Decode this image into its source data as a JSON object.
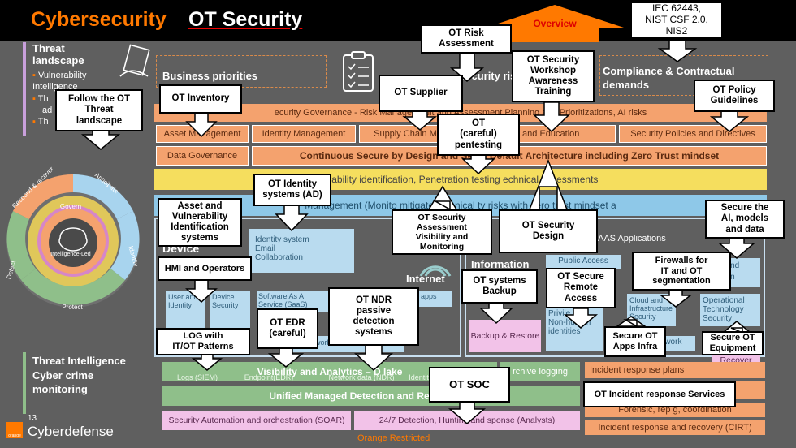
{
  "header": {
    "title_brand": "Cybersecurity",
    "title_main": "OT Security",
    "overview_label": "Overview",
    "standards_label": "IEC 62443,\nNIST CSF 2.0,\nNIS2"
  },
  "left_panel": {
    "threat_landscape_title": "Threat landscape",
    "threat_items": [
      "Vulnerability Intelligence",
      "Th",
      "ad",
      "Th"
    ],
    "wheel_labels": {
      "govern": "Govern",
      "respond": "Respond & recover",
      "anticipate": "Anticipate",
      "identity": "Identity",
      "detect": "Detect",
      "protect": "Protect",
      "intel": "Intelligence-Led"
    },
    "threat_intel_title": "Threat Intelligence Cyber crime monitoring",
    "page_number": "13",
    "brand": "Cyberdefense",
    "brand_small": "orange"
  },
  "sections": {
    "business_priorities": "Business priorities",
    "security_risks": "security ris",
    "compliance": "Compliance & Contractual demands",
    "governance_bar": "ecurity Governance - Risk Manage      Audit and Assessment      Planning and Prioritizations, AI risks",
    "asset_mgmt": "Asset Management",
    "identity_mgmt": "Identity Management",
    "supply_chain": "Supply Chain Ma",
    "awareness": "eness and Education",
    "policies": "Security Policies and Directives",
    "data_governance": "Data Governance",
    "secure_by_design": "Continuous Secure by Design and Se      by Default Architecture including Zero Trust mindset",
    "vuln_bar": "erability identification, Penetration testing      echnical assessments",
    "management_bar": "Management (Monito      mitigate technical      ty risks with zero trust mindset a",
    "device": "Device",
    "identity_system": "Identity system\nEmail\nCollaboration",
    "internet": "Internet",
    "information": "Information",
    "aas_apps": "AAS Applications",
    "public_access": "Public Access",
    "user_identity": "User and Identity",
    "device_security": "Device Security",
    "saas": "Software As A Service (SaaS)",
    "apps": "apps",
    "backup_restore": "Backup & Restore",
    "privileged": "Privile\nNon-human identities",
    "cloud_infra": "Cloud and Infrastructure Security",
    "network": "etwork",
    "operational_tech": "Operational Technology Security",
    "al_and": "al and",
    "ation": "ation",
    "recover": "Recover",
    "an_network": "AN Network",
    "visibility_analytics": "Visibility and Analytics – D      lake",
    "logs_siem": "Logs (SIEM)",
    "endpoint_edr": "Endpoint(EDR)",
    "network_ndr": "Network data (NDR)",
    "identity_da": "Identity da",
    "archive_logging": "rchive logging",
    "unified_mdr": "Unified Managed Detection and Response R",
    "incident_plans": "Incident response plans",
    "forensic": "Forensic, rep      g, coordination",
    "soar": "Security Automation and orchestration (SOAR)",
    "hunting": "24/7 Detection, Hunting and     sponse (Analysts)",
    "cirt": "Incident response and recovery (CIRT)",
    "restricted": "Orange Restricted"
  },
  "callouts": {
    "risk_assessment": "OT Risk\nAssessment",
    "security_workshop": "OT Security\nWorkshop\nAwareness\nTraining",
    "policy_guidelines": "OT Policy\nGuidelines",
    "follow_threat": "Follow the OT\nThreat\nlandscape",
    "inventory": "OT Inventory",
    "supplier": "OT Supplier",
    "pentesting": "OT\n(careful)\npentesting",
    "identity_systems": "OT Identity\nsystems (AD)",
    "asset_vuln": "Asset and\nVulnerability\nIdentification\nsystems",
    "sec_assessment": "OT Security\nAssessment\nVisibility and\nMonitoring",
    "security_design": "OT Security\nDesign",
    "secure_ai": "Secure the\nAI, models\nand data",
    "hmi": "HMI and Operators",
    "systems_backup": "OT systems\nBackup",
    "remote_access": "OT Secure\nRemote\nAccess",
    "firewalls": "Firewalls for\nIT and OT\nsegmentation",
    "ndr": "OT NDR\npassive\ndetection\nsystems",
    "edr": "OT EDR\n(careful)",
    "log_patterns": "LOG with\nIT/OT Patterns",
    "apps_infra": "Secure OT\nApps Infra",
    "equipment": "Secure OT\nEquipment",
    "soc": "OT SOC",
    "incident_services": "OT Incident response Services"
  },
  "colors": {
    "brand_orange": "#ff7900",
    "background": "#5f5f5f",
    "orange_bar": "#f4a26e",
    "blue_bar": "#8ec8e8",
    "green_bar": "#8fbf8a",
    "pink_bar": "#f2c2e8",
    "yellow_bar": "#f5de5e"
  }
}
